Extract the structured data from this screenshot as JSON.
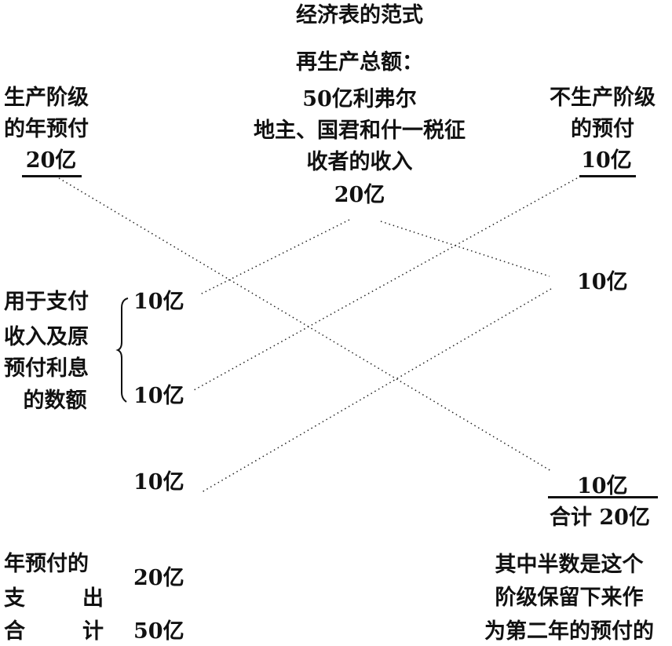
{
  "title": "经济表的范式",
  "center": {
    "lines": [
      "再生产总额：",
      "50亿利弗尔",
      "地主、国君和什一税征",
      "收者的收入",
      "20亿"
    ]
  },
  "productive_class": {
    "lines": [
      "生产阶级",
      "的年预付",
      "20亿"
    ]
  },
  "sterile_class": {
    "lines": [
      "不生产阶级",
      "的预付",
      "10亿"
    ]
  },
  "left_middle": {
    "label_lines": [
      "用于支付",
      "收入及原",
      "预付利息",
      "的数额"
    ],
    "amounts": [
      "10亿",
      "10亿",
      "10亿"
    ]
  },
  "right_middle": {
    "amount_top": "10亿",
    "amount_bottom": "10亿",
    "total": "合计 20亿"
  },
  "bottom_left": {
    "row1_label": "年预付的",
    "row2_label_a": "支",
    "row2_label_b": "出",
    "row2_value": "20亿",
    "row3_label_a": "合",
    "row3_label_b": "计",
    "row3_value": "50亿"
  },
  "bottom_right": {
    "lines": [
      "其中半数是这个",
      "阶级保留下来作",
      "为第二年的预付的"
    ]
  }
}
